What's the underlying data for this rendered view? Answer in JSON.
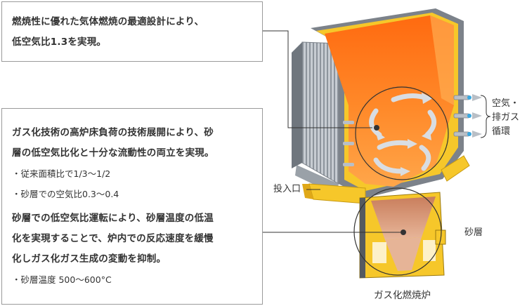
{
  "top_box": {
    "lines": [
      "燃焼性に優れた気体燃焼の最適設計により、",
      "低空気比1.3を実現。"
    ]
  },
  "main_box": {
    "lead1": [
      "ガス化技術の高炉床負荷の技術展開により、砂",
      "層の低空気比化と十分な流動性の両立を実現。"
    ],
    "bullets1": [
      "・従来面積比で1/3〜1/2",
      "・砂層での空気比0.3〜0.4"
    ],
    "lead2": [
      "砂層での低空気比運転により、砂層温度の低温",
      "化を実現することで、炉内での反応速度を緩慢",
      "化しガス化ガス生成の変動を抑制。"
    ],
    "bullets2": [
      "・砂層温度 500〜600°C"
    ]
  },
  "diagram": {
    "air_label": [
      "空気・",
      "排ガス",
      "循環"
    ],
    "inlet_label": "投入口",
    "sand_label": "砂層",
    "caption": "ガス化燃焼炉",
    "colors": {
      "flame": "#ff7a1c",
      "flame_light": "#ffa04a",
      "insulation": "#f6c72a",
      "wall": "#8a8f96",
      "sand": "#d99a7a",
      "connector": "#333333"
    }
  }
}
